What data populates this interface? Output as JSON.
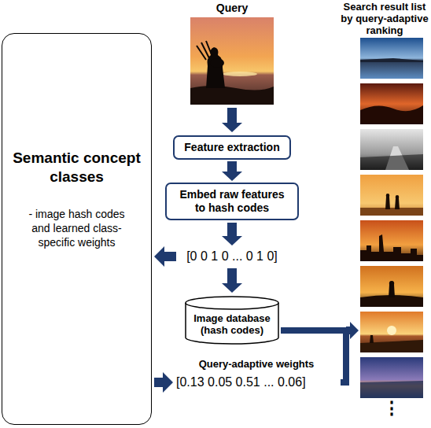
{
  "diagram": {
    "nodes": [
      {
        "text": [
          "Semantic concept classes",
          "- image hash codes and learned class-specific weights"
        ]
      },
      {
        "text": [
          "Feature extraction"
        ]
      },
      {
        "text": [
          "Embed raw features to hash codes"
        ]
      },
      {
        "text": [
          "Image database (hash codes)"
        ]
      }
    ],
    "edges": [
      {
        "from": 1,
        "to": 2,
        "arrow": "to"
      }
    ],
    "labels": [
      "Query",
      "[0 0 1 0 ... 0 1 0]",
      "Query-adaptive weights",
      "[0.13 0.05 0.51 ... 0.06]",
      "Search result list by query-adaptive ranking",
      "⋮"
    ]
  }
}
